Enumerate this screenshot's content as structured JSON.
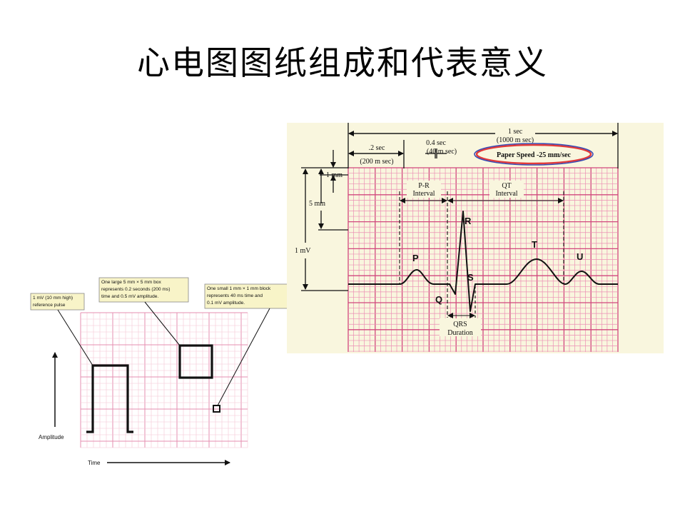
{
  "slide": {
    "title": "心电图图纸组成和代表意义"
  },
  "left_diagram": {
    "callouts": [
      {
        "lines": [
          "1 mV (10 mm high)",
          "reference pulse"
        ]
      },
      {
        "lines": [
          "One large 5 mm × 5 mm box",
          "represents 0.2 seconds (200 ms)",
          "time and 0.5 mV amplitude."
        ]
      },
      {
        "lines": [
          "One small 1 mm × 1 mm block",
          "represents 40 ms time and",
          "0.1 mV amplitude."
        ]
      }
    ],
    "amplitude_label": "Amplitude",
    "time_label": "Time"
  },
  "right_diagram": {
    "one_sec": "1 sec",
    "one_sec_ms": "(1000 m sec)",
    "point2_sec": ".2 sec",
    "point2_ms": "(200 m sec)",
    "point4_sec": "0.4 sec",
    "point4_ms": "(40 m sec)",
    "paper_speed": "Paper Speed -25 mm/sec",
    "one_mm": "1 mm",
    "five_mm": "5 mm",
    "one_mv": "1 mV",
    "pr_line1": "P-R",
    "pr_line2": "Interval",
    "qt_line1": "QT",
    "qt_line2": "Interval",
    "qrs_line1": "QRS",
    "qrs_line2": "Duration",
    "waves": {
      "p": "P",
      "q": "Q",
      "r": "R",
      "s": "S",
      "t": "T",
      "u": "U"
    },
    "colors": {
      "grid_minor": "#ec8fb4",
      "grid_major": "#d1487d",
      "paper": "#f9f6de",
      "ellipse_red": "#e23a3a",
      "ellipse_blue": "#3a4db5"
    }
  }
}
